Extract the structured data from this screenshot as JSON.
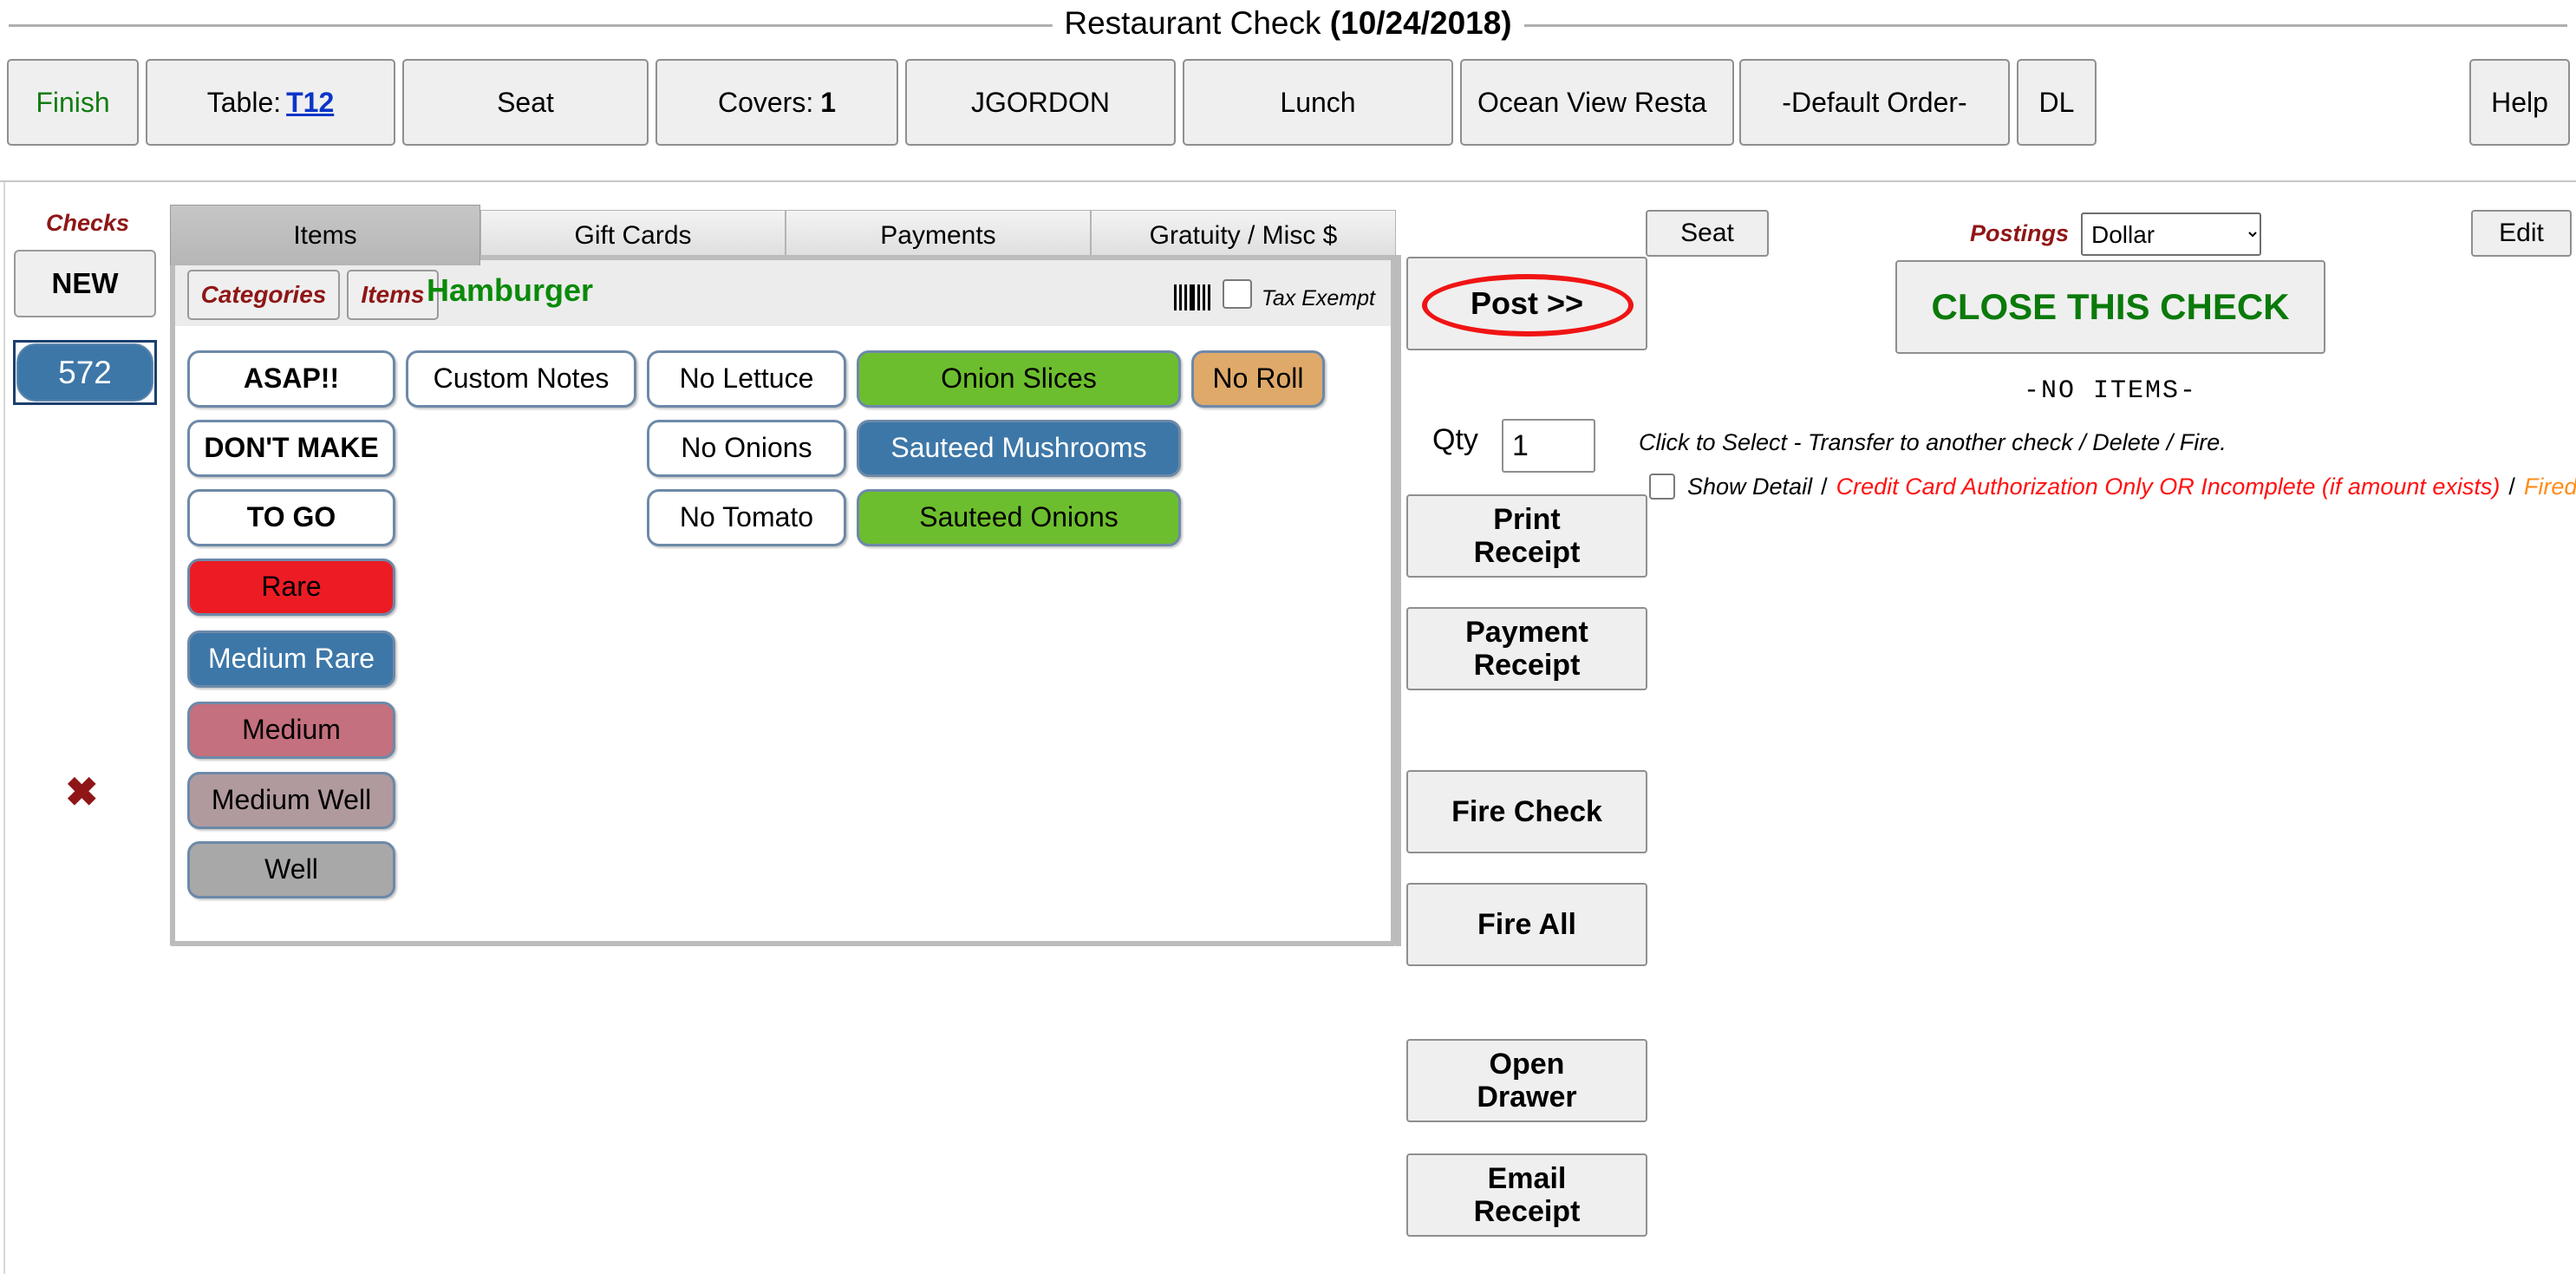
{
  "window": {
    "title_prefix": "Restaurant Check ",
    "title_date": "(10/24/2018)"
  },
  "toolbar": {
    "finish": "Finish",
    "table_label": "Table:",
    "table_value": "T12",
    "seat": "Seat",
    "covers_label": "Covers:",
    "covers_value": "1",
    "server": "JGORDON",
    "meal_period": "Lunch",
    "revenue_center": "Ocean View Resta",
    "order_type": "-Default Order-",
    "terminal": "DL",
    "help": "Help"
  },
  "sidebar": {
    "heading": "Checks",
    "new_button": "NEW",
    "checks": [
      {
        "number": "572",
        "selected": true
      }
    ],
    "delete_icon": "✖"
  },
  "tabs": [
    {
      "label": "Items",
      "active": true
    },
    {
      "label": "Gift Cards",
      "active": false
    },
    {
      "label": "Payments",
      "active": false
    },
    {
      "label": "Gratuity / Misc $",
      "active": false
    }
  ],
  "items_panel": {
    "categories_button": "Categories",
    "items_button": "Items",
    "selected_item": "Hamburger",
    "barcode_icon": "barcode-icon",
    "tax_exempt_label": "Tax Exempt",
    "tax_exempt_checked": false,
    "modifiers": [
      {
        "label": "ASAP!!",
        "style": "white",
        "bold": true,
        "col": 0,
        "row": 0
      },
      {
        "label": "DON'T MAKE",
        "style": "white",
        "bold": true,
        "col": 0,
        "row": 1
      },
      {
        "label": "TO GO",
        "style": "white",
        "bold": true,
        "col": 0,
        "row": 2
      },
      {
        "label": "Rare",
        "style": "red",
        "bold": false,
        "col": 0,
        "row": 3
      },
      {
        "label": "Medium Rare",
        "style": "blue",
        "bold": false,
        "col": 0,
        "row": 4
      },
      {
        "label": "Medium",
        "style": "rose",
        "bold": false,
        "col": 0,
        "row": 5
      },
      {
        "label": "Medium Well",
        "style": "mauve",
        "bold": false,
        "col": 0,
        "row": 6
      },
      {
        "label": "Well",
        "style": "gray",
        "bold": false,
        "col": 0,
        "row": 7
      },
      {
        "label": "Custom Notes",
        "style": "white",
        "bold": false,
        "col": 1,
        "row": 0
      },
      {
        "label": "No Lettuce",
        "style": "white",
        "bold": false,
        "col": 2,
        "row": 0
      },
      {
        "label": "No Onions",
        "style": "white",
        "bold": false,
        "col": 2,
        "row": 1
      },
      {
        "label": "No Tomato",
        "style": "white",
        "bold": false,
        "col": 2,
        "row": 2
      },
      {
        "label": "Onion Slices",
        "style": "green",
        "bold": false,
        "col": 3,
        "row": 0
      },
      {
        "label": "Sauteed Mushrooms",
        "style": "blue",
        "bold": false,
        "col": 3,
        "row": 1
      },
      {
        "label": "Sauteed Onions",
        "style": "green",
        "bold": false,
        "col": 3,
        "row": 2
      },
      {
        "label": "No Roll",
        "style": "tan",
        "bold": false,
        "col": 4,
        "row": 0
      }
    ]
  },
  "actions": {
    "post": "Post >>",
    "qty_label": "Qty",
    "qty_value": "1",
    "print_receipt": "Print\nReceipt",
    "payment_receipt": "Payment\nReceipt",
    "fire_check": "Fire Check",
    "fire_all": "Fire All",
    "open_drawer": "Open\nDrawer",
    "email_receipt": "Email\nReceipt"
  },
  "check_panel": {
    "seat_button": "Seat",
    "postings_label": "Postings",
    "postings_value": "Dollar",
    "postings_options": [
      "Dollar"
    ],
    "edit_button": "Edit",
    "close_check_button": "CLOSE THIS CHECK",
    "empty_text": "-NO ITEMS-",
    "hint": "Click to Select - Transfer to another check / Delete / Fire.",
    "show_detail_label": "Show Detail",
    "show_detail_checked": false,
    "legend_separator": "/",
    "legend_red": "Credit Card Authorization Only OR Incomplete (if amount exists)",
    "legend_orange": "Fired"
  },
  "annotations": {
    "post_highlight_color": "#f01414",
    "post_highlight_shape": "ellipse"
  },
  "colors": {
    "green_mod": "#6dbe2e",
    "blue_mod": "#3d77a8",
    "tan_mod": "#dfa96a",
    "red_mod": "#ed1c24",
    "rose_mod": "#c4707e",
    "mauve_mod": "#b09a9e",
    "gray_mod": "#a8a8a8",
    "accent_dark_red": "#8f1616",
    "accent_green": "#0a7a0a"
  }
}
